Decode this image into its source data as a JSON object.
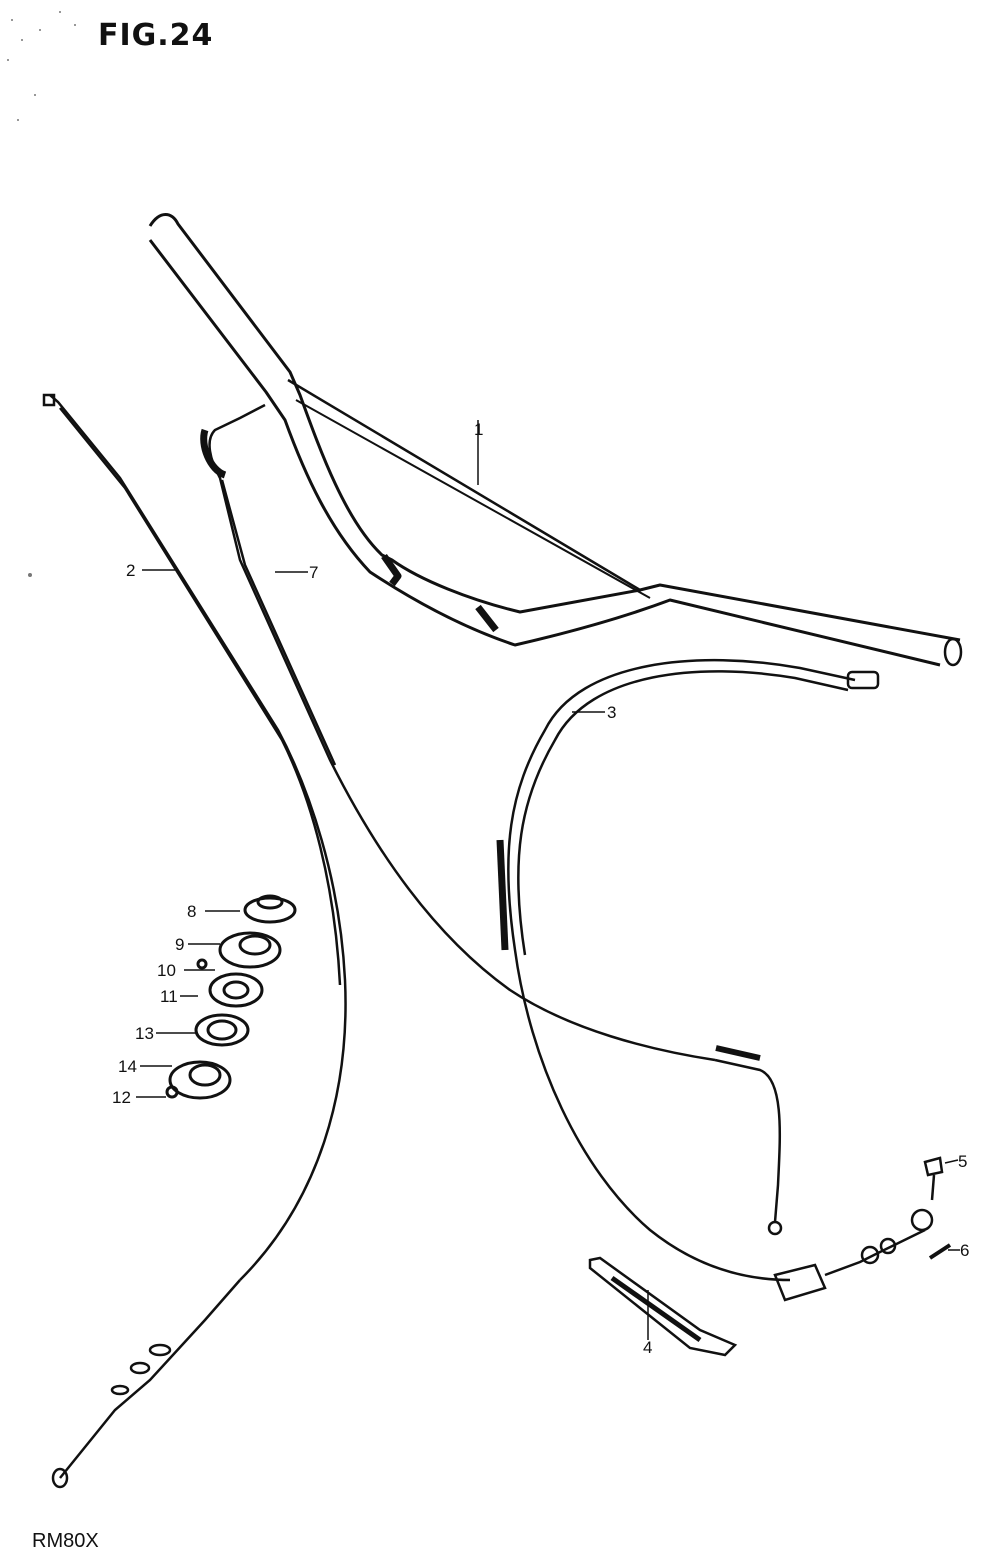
{
  "figure_title": "FIG.24",
  "model": "RM80X",
  "callouts": [
    "1",
    "2",
    "3",
    "4",
    "5",
    "6",
    "7",
    "8",
    "9",
    "10",
    "11",
    "12",
    "13",
    "14"
  ]
}
